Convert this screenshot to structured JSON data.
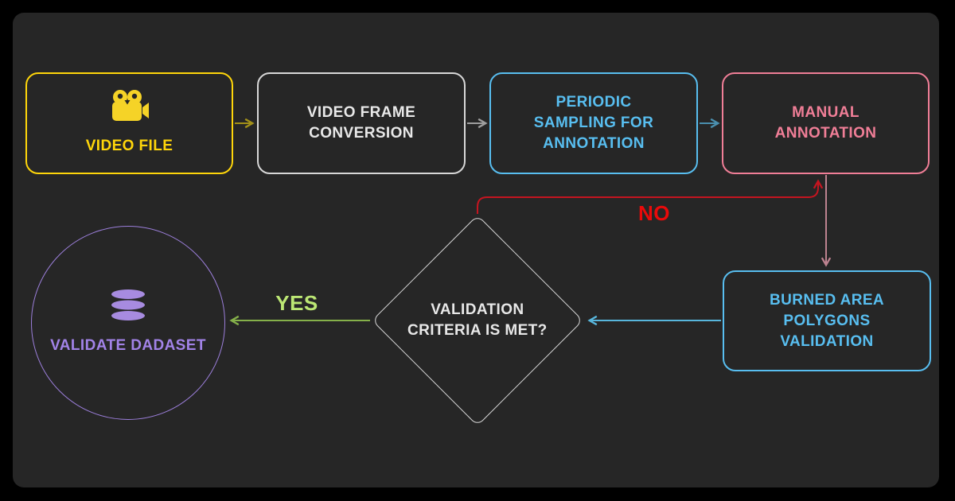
{
  "diagram": {
    "background": {
      "outer": "#000000",
      "panel": "#262626"
    },
    "nodes": {
      "video_file": {
        "label": "VIDEO FILE",
        "icon": "movie-camera-icon",
        "shape": "rect",
        "color": "#FFD60A"
      },
      "video_frame_conversion": {
        "lines": [
          "VIDEO FRAME",
          "CONVERSION"
        ],
        "shape": "rect",
        "color": "#E8E8E8",
        "border": "#D8D8D8"
      },
      "periodic_sampling": {
        "lines": [
          "PERIODIC",
          "SAMPLING FOR",
          "ANNOTATION"
        ],
        "shape": "rect",
        "color": "#58BEF0"
      },
      "manual_annotation": {
        "lines": [
          "MANUAL",
          "ANNOTATION"
        ],
        "shape": "rect",
        "color": "#F07E97"
      },
      "burned_area_validation": {
        "lines": [
          "BURNED AREA",
          "POLYGONS",
          "VALIDATION"
        ],
        "shape": "rect",
        "color": "#58BEF0"
      },
      "validation_criteria": {
        "lines": [
          "VALIDATION",
          "CRITERIA IS MET?"
        ],
        "shape": "diamond",
        "color": "#E8E8E8",
        "border": "#D8D8D8"
      },
      "validate_dataset": {
        "label": "VALIDATE DADASET",
        "icon": "database-icon",
        "shape": "circle",
        "color": "#A283E8",
        "border": "#9C7FDB"
      }
    },
    "edges": [
      {
        "from": "video_file",
        "to": "video_frame_conversion",
        "color": "#A39119",
        "label": ""
      },
      {
        "from": "video_frame_conversion",
        "to": "periodic_sampling",
        "color": "#9E9E9E",
        "label": ""
      },
      {
        "from": "periodic_sampling",
        "to": "manual_annotation",
        "color": "#4A8FAE",
        "label": ""
      },
      {
        "from": "manual_annotation",
        "to": "burned_area_validation",
        "color": "#BD8290",
        "label": ""
      },
      {
        "from": "burned_area_validation",
        "to": "validation_criteria",
        "color": "#58B6DC",
        "label": ""
      },
      {
        "from": "validation_criteria",
        "to": "manual_annotation",
        "color": "#C41520",
        "label": "NO",
        "label_color": "#EA0A0A"
      },
      {
        "from": "validation_criteria",
        "to": "validate_dataset",
        "color": "#85B04A",
        "label": "YES",
        "label_color": "#BCE774"
      }
    ],
    "icon_colors": {
      "movie_camera": "#F5D327",
      "database": "#A78BE0"
    }
  }
}
